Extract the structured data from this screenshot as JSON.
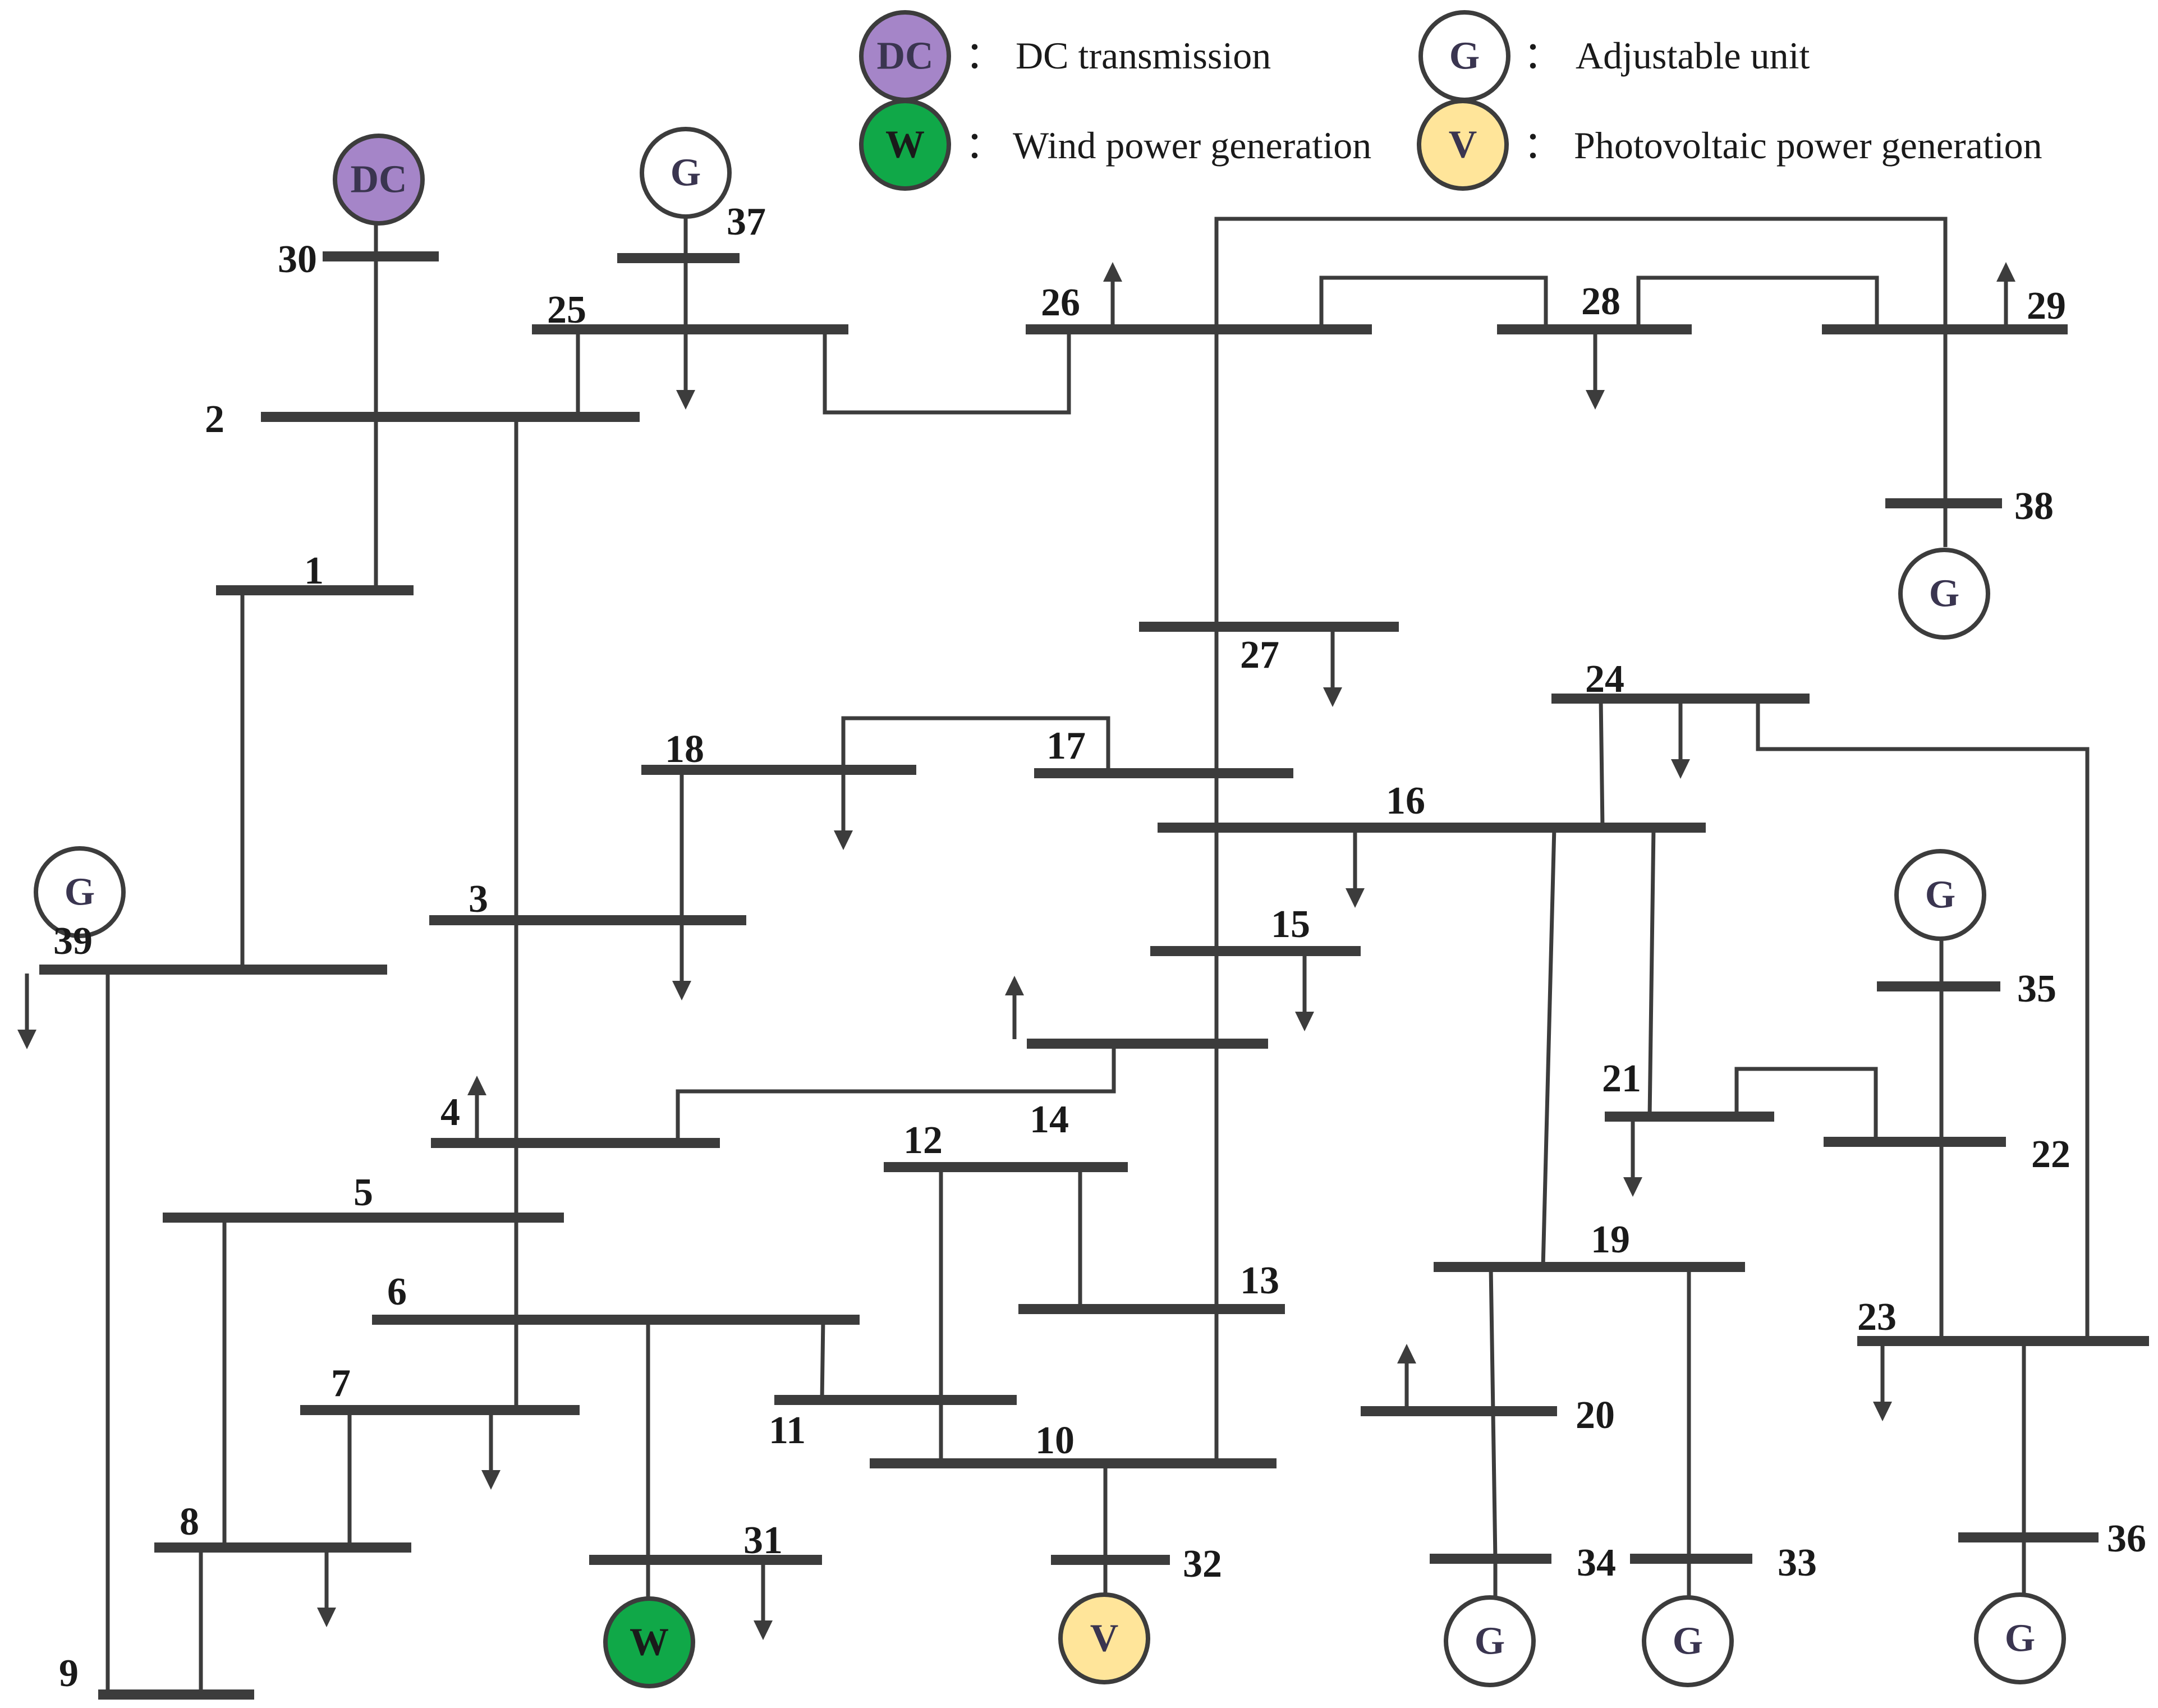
{
  "legend": {
    "dc": {
      "symbol": "DC",
      "label": "DC transmission",
      "color": "#a585c8"
    },
    "g": {
      "symbol": "G",
      "label": "Adjustable unit",
      "color": "#ffffff"
    },
    "w": {
      "symbol": "W",
      "label": "Wind power generation",
      "color": "#10a848"
    },
    "v": {
      "symbol": "V",
      "label": "Photovoltaic power generation",
      "color": "#ffe59a"
    },
    "separator": "："
  },
  "buses": {
    "b1": "1",
    "b2": "2",
    "b3": "3",
    "b4": "4",
    "b5": "5",
    "b6": "6",
    "b7": "7",
    "b8": "8",
    "b9": "9",
    "b10": "10",
    "b11": "11",
    "b12": "12",
    "b13": "13",
    "b14": "14",
    "b15": "15",
    "b16": "16",
    "b17": "17",
    "b18": "18",
    "b19": "19",
    "b20": "20",
    "b21": "21",
    "b22": "22",
    "b23": "23",
    "b24": "24",
    "b25": "25",
    "b26": "26",
    "b27": "27",
    "b28": "28",
    "b29": "29",
    "b30": "30",
    "b31": "31",
    "b32": "32",
    "b33": "33",
    "b34": "34",
    "b35": "35",
    "b36": "36",
    "b37": "37",
    "b38": "38",
    "b39": "39"
  },
  "sources": {
    "s30": "DC",
    "s37": "G",
    "s38": "G",
    "s39": "G",
    "s35": "G",
    "s31": "W",
    "s32": "V",
    "s34": "G",
    "s33": "G",
    "s36": "G"
  }
}
